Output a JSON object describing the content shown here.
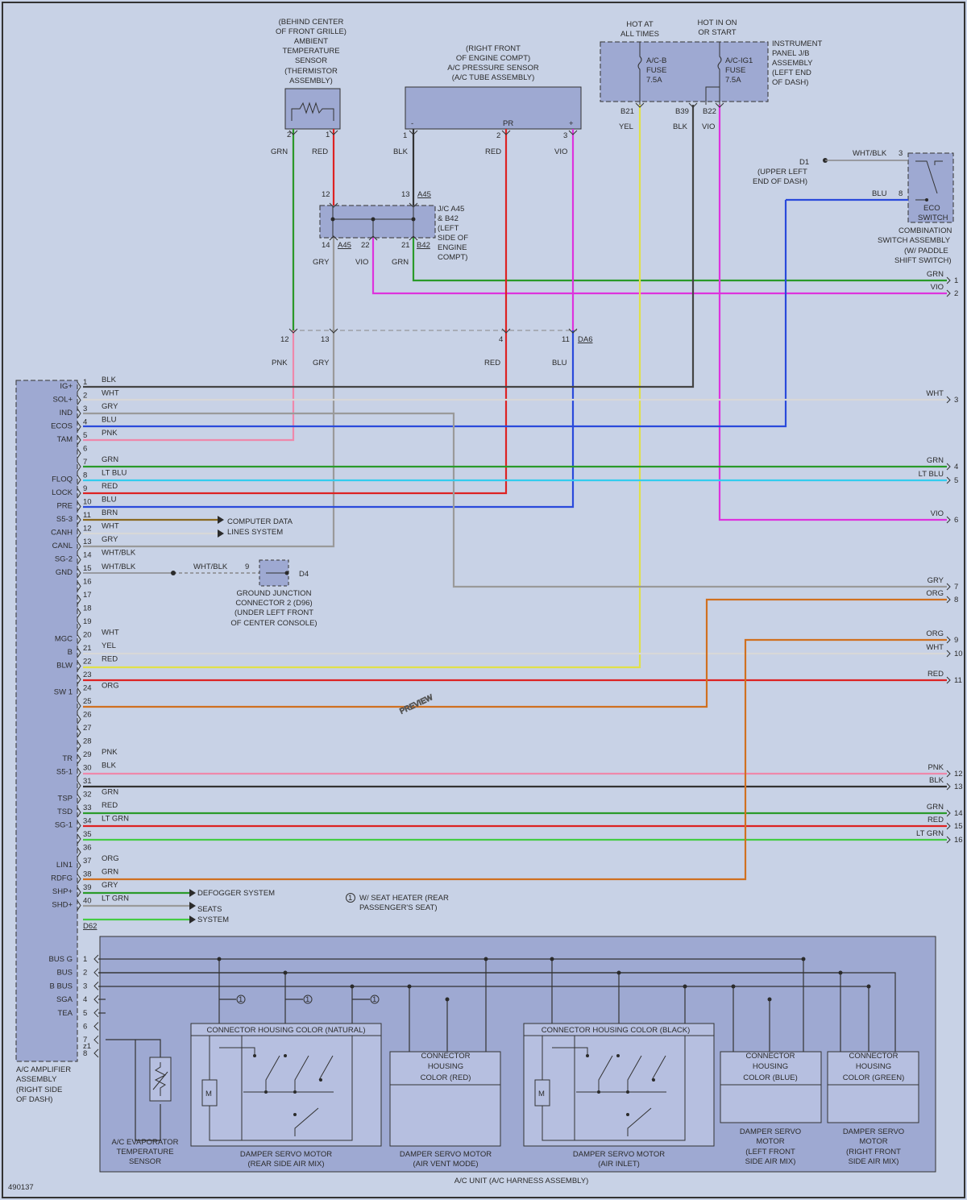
{
  "figure_id": "490137",
  "watermark": "PREVIEW",
  "ambient_sensor": {
    "label": [
      "(BEHIND CENTER",
      "OF FRONT GRILLE)",
      "AMBIENT",
      "TEMPERATURE",
      "SENSOR",
      "(THERMISTOR",
      "ASSEMBLY)"
    ],
    "pin2": "2",
    "pin1": "1"
  },
  "pressure_sensor": {
    "label": [
      "(RIGHT FRONT",
      "OF ENGINE COMPT)",
      "A/C PRESSURE SENSOR",
      "(A/C TUBE ASSEMBLY)"
    ],
    "pin1": "1",
    "pin2": "2",
    "pin3": "3",
    "minus": "-",
    "pr": "PR",
    "plus": "+"
  },
  "hot_all_times": [
    "HOT AT",
    "ALL TIMES"
  ],
  "hot_in_on": [
    "HOT IN ON",
    "OR START"
  ],
  "ip_jb": {
    "label": [
      "INSTRUMENT",
      "PANEL J/B",
      "ASSEMBLY",
      "(LEFT END",
      "OF DASH)"
    ],
    "fuse1": [
      "A/C-B",
      "FUSE",
      "7.5A"
    ],
    "fuse2": [
      "A/C-IG1",
      "FUSE",
      "7.5A"
    ],
    "pin_b21": "B21",
    "pin_b39": "B39",
    "pin_b22": "B22"
  },
  "jc": {
    "label": [
      "J/C A45",
      "& B42",
      "(LEFT",
      "SIDE OF",
      "ENGINE",
      "COMPT)"
    ],
    "p12": "12",
    "p13": "13",
    "a45_top": "A45",
    "p14": "14",
    "a45_bot": "A45",
    "p22": "22",
    "p21": "21",
    "b42": "B42"
  },
  "eco": {
    "d1": "D1",
    "d1_loc": [
      "(UPPER LEFT",
      "END OF DASH)"
    ],
    "wire3": "WHT/BLK",
    "p3": "3",
    "wire8": "BLU",
    "p8": "8",
    "switch": [
      "ECO",
      "SWITCH"
    ],
    "assembly": [
      "COMBINATION",
      "SWITCH ASSEMBLY",
      "(W/ PADDLE",
      "SHIFT SWITCH)"
    ]
  },
  "top_wires": {
    "grn": "GRN",
    "red": "RED",
    "blk": "BLK",
    "red2": "RED",
    "vio": "VIO",
    "yel": "YEL",
    "blk2": "BLK",
    "vio2": "VIO",
    "gry": "GRY",
    "vio3": "VIO",
    "grn2": "GRN"
  },
  "da6": {
    "p12": "12",
    "p13": "13",
    "p4": "4",
    "p11": "11",
    "conn": "DA6",
    "pnk": "PNK",
    "gry": "GRY",
    "red": "RED",
    "blu": "BLU"
  },
  "amplifier": {
    "label": [
      "A/C AMPLIFIER",
      "ASSEMBLY",
      "(RIGHT SIDE",
      "OF DASH)"
    ],
    "connector": "D62"
  },
  "d62_pins": [
    {
      "n": "1",
      "sig": "IG+",
      "wire": "BLK"
    },
    {
      "n": "2",
      "sig": "SOL+",
      "wire": "WHT"
    },
    {
      "n": "3",
      "sig": "IND",
      "wire": "GRY"
    },
    {
      "n": "4",
      "sig": "ECOS",
      "wire": "BLU"
    },
    {
      "n": "5",
      "sig": "TAM",
      "wire": "PNK"
    },
    {
      "n": "6",
      "sig": "",
      "wire": ""
    },
    {
      "n": "7",
      "sig": "",
      "wire": "GRN"
    },
    {
      "n": "8",
      "sig": "FLOQ",
      "wire": "LT BLU"
    },
    {
      "n": "9",
      "sig": "LOCK",
      "wire": "RED"
    },
    {
      "n": "10",
      "sig": "PRE",
      "wire": "BLU"
    },
    {
      "n": "11",
      "sig": "S5-3",
      "wire": "BRN"
    },
    {
      "n": "12",
      "sig": "CANH",
      "wire": "WHT"
    },
    {
      "n": "13",
      "sig": "CANL",
      "wire": "GRY"
    },
    {
      "n": "14",
      "sig": "SG-2",
      "wire": "WHT/BLK"
    },
    {
      "n": "15",
      "sig": "GND",
      "wire": ""
    },
    {
      "n": "16",
      "sig": "",
      "wire": ""
    },
    {
      "n": "17",
      "sig": "",
      "wire": ""
    },
    {
      "n": "18",
      "sig": "",
      "wire": ""
    },
    {
      "n": "19",
      "sig": "",
      "wire": ""
    },
    {
      "n": "20",
      "sig": "MGC",
      "wire": "WHT"
    },
    {
      "n": "21",
      "sig": "B",
      "wire": "YEL"
    },
    {
      "n": "22",
      "sig": "BLW",
      "wire": "RED"
    },
    {
      "n": "23",
      "sig": "",
      "wire": ""
    },
    {
      "n": "24",
      "sig": "SW 1",
      "wire": "ORG"
    },
    {
      "n": "25",
      "sig": "",
      "wire": ""
    },
    {
      "n": "26",
      "sig": "",
      "wire": ""
    },
    {
      "n": "27",
      "sig": "",
      "wire": ""
    },
    {
      "n": "28",
      "sig": "",
      "wire": ""
    },
    {
      "n": "29",
      "sig": "TR",
      "wire": "PNK"
    },
    {
      "n": "30",
      "sig": "S5-1",
      "wire": "BLK"
    },
    {
      "n": "31",
      "sig": "",
      "wire": ""
    },
    {
      "n": "32",
      "sig": "TSP",
      "wire": "GRN"
    },
    {
      "n": "33",
      "sig": "TSD",
      "wire": "RED"
    },
    {
      "n": "34",
      "sig": "SG-1",
      "wire": "LT GRN"
    },
    {
      "n": "35",
      "sig": "",
      "wire": ""
    },
    {
      "n": "36",
      "sig": "",
      "wire": ""
    },
    {
      "n": "37",
      "sig": "LIN1",
      "wire": "ORG"
    },
    {
      "n": "38",
      "sig": "RDFG",
      "wire": "GRN"
    },
    {
      "n": "39",
      "sig": "SHP+",
      "wire": "GRY"
    },
    {
      "n": "40",
      "sig": "SHD+",
      "wire": "LT GRN"
    }
  ],
  "right_terminals": [
    {
      "n": "1",
      "wire": "GRN",
      "color": "#2a9a2a"
    },
    {
      "n": "2",
      "wire": "VIO",
      "color": "#dd33dd"
    },
    {
      "n": "3",
      "wire": "WHT",
      "color": "#dcdcdc"
    },
    {
      "n": "4",
      "wire": "GRN",
      "color": "#2a9a2a"
    },
    {
      "n": "5",
      "wire": "LT BLU",
      "color": "#33ccee"
    },
    {
      "n": "6",
      "wire": "VIO",
      "color": "#dd33dd"
    },
    {
      "n": "7",
      "wire": "GRY",
      "color": "#9a9a9a"
    },
    {
      "n": "8",
      "wire": "ORG",
      "color": "#d07020"
    },
    {
      "n": "9",
      "wire": "ORG",
      "color": "#d07020"
    },
    {
      "n": "10",
      "wire": "WHT",
      "color": "#dcdcdc"
    },
    {
      "n": "11",
      "wire": "RED",
      "color": "#dd2222"
    },
    {
      "n": "12",
      "wire": "PNK",
      "color": "#ee88aa"
    },
    {
      "n": "13",
      "wire": "BLK",
      "color": "#333333"
    },
    {
      "n": "14",
      "wire": "GRN",
      "color": "#2a9a2a"
    },
    {
      "n": "15",
      "wire": "RED",
      "color": "#dd2222"
    },
    {
      "n": "16",
      "wire": "LT GRN",
      "color": "#44cc44"
    }
  ],
  "can_label": [
    "COMPUTER DATA",
    "LINES SYSTEM"
  ],
  "ground": {
    "wire1": "WHT/BLK",
    "pin9": "9",
    "conn": "D4",
    "label": [
      "GROUND JUNCTION",
      "CONNECTOR 2 (D96)",
      "(UNDER LEFT FRONT",
      "OF CENTER CONSOLE)"
    ]
  },
  "defogger": "DEFOGGER SYSTEM",
  "seats": [
    "SEATS",
    "SYSTEM"
  ],
  "note": {
    "num": "1",
    "text": [
      "W/ SEAT HEATER (REAR",
      "PASSENGER'S SEAT)"
    ]
  },
  "bus_pins": [
    {
      "n": "1",
      "sig": "BUS G"
    },
    {
      "n": "2",
      "sig": "BUS"
    },
    {
      "n": "3",
      "sig": "B BUS"
    },
    {
      "n": "4",
      "sig": "SGA"
    },
    {
      "n": "5",
      "sig": "TEA"
    },
    {
      "n": "6",
      "sig": ""
    },
    {
      "n": "7",
      "sig": ""
    },
    {
      "n": "8",
      "sig": ""
    }
  ],
  "bus_z1": "z1",
  "ac_unit": {
    "title": "A/C UNIT (A/C HARNESS ASSEMBLY)",
    "evap": [
      "A/C EVAPORATOR",
      "TEMPERATURE",
      "SENSOR"
    ],
    "housing_natural": "CONNECTOR HOUSING COLOR (NATURAL)",
    "housing_black": "CONNECTOR HOUSING COLOR (BLACK)",
    "housing_red": [
      "CONNECTOR",
      "HOUSING",
      "COLOR (RED)"
    ],
    "housing_blue": [
      "CONNECTOR",
      "HOUSING",
      "COLOR (BLUE)"
    ],
    "housing_green": [
      "CONNECTOR",
      "HOUSING",
      "COLOR (GREEN)"
    ],
    "motor_rear": [
      "DAMPER SERVO MOTOR",
      "(REAR SIDE AIR MIX)"
    ],
    "motor_vent": [
      "DAMPER SERVO MOTOR",
      "(AIR VENT MODE)"
    ],
    "motor_inlet": [
      "DAMPER SERVO MOTOR",
      "(AIR INLET)"
    ],
    "motor_lf": [
      "DAMPER SERVO",
      "MOTOR",
      "(LEFT FRONT",
      "SIDE AIR MIX)"
    ],
    "motor_rf": [
      "DAMPER SERVO",
      "MOTOR",
      "(RIGHT FRONT",
      "SIDE AIR MIX)"
    ],
    "m": "M"
  }
}
